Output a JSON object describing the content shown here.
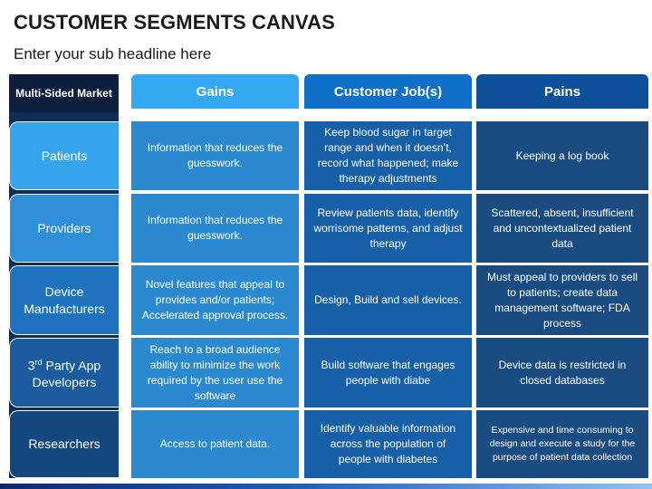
{
  "title": "CUSTOMER SEGMENTS CANVAS",
  "subtitle": "Enter your sub headline here",
  "table": {
    "corner_label": "Multi-Sided Market",
    "columns": [
      "Gains",
      "Customer Job(s)",
      "Pains"
    ],
    "rows": [
      {
        "label": "Patients",
        "gains": "Information that reduces the guesswork.",
        "jobs": "Keep blood sugar in target range and when it doesn’t, record what happened; make therapy adjustments",
        "pains": "Keeping a log book"
      },
      {
        "label": "Providers",
        "gains": "Information that reduces the guesswork.",
        "jobs": "Review patients data, identify worrisome patterns, and adjust therapy",
        "pains": "Scattered, absent, insufficient and uncontextualized patient data"
      },
      {
        "label": "Device Manufacturers",
        "gains": "Novel features that appeal to provides and/or patients; Accelerated approval process.",
        "jobs": "Design, Build and sell devices.",
        "pains": "Must appeal to providers to sell to patients; create data management software; FDA process"
      },
      {
        "label_prefix": "3",
        "label_sup": "rd",
        "label_suffix": " Party App Developers",
        "gains": "Reach to a broad audience ability to minimize the work required by the user use the software",
        "jobs": "Build software that engages people with diabe",
        "pains": "Device data is restricted in closed databases"
      },
      {
        "label": "Researchers",
        "gains": "Access to patient data.",
        "jobs": "Identify valuable information across the population of people with diabetes",
        "pains": "Expensive and time consuming to design and execute a study for the purpose of patient data collection"
      }
    ]
  },
  "colors": {
    "gains_header": "#34a8f1",
    "jobs_header": "#1070c8",
    "pains_header": "#0d4f98",
    "row_label_shades": [
      "#36a4ec",
      "#2f8fd8",
      "#1f72bd",
      "#1a5c9e",
      "#14477d"
    ]
  }
}
